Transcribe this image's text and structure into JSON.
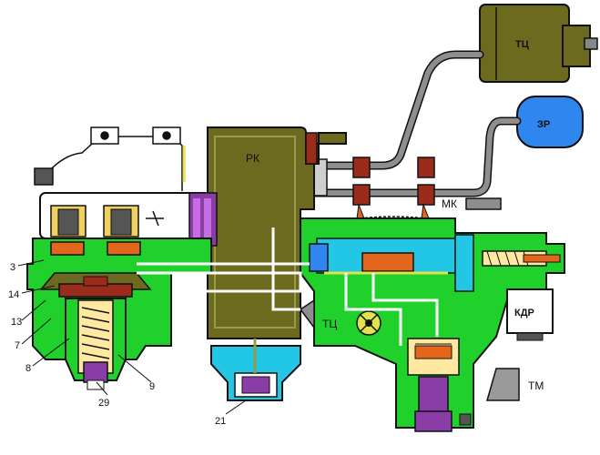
{
  "colors": {
    "olive": "#6b6a1e",
    "olive_dark": "#3d3d10",
    "green": "#1fd12a",
    "green_dark": "#0d7a12",
    "cyan": "#22c7e6",
    "blue": "#2f86ee",
    "orange": "#e4661a",
    "dark_red": "#9b2b1b",
    "purple": "#8a3da6",
    "violet": "#c66ce5",
    "yellow": "#e2e24a",
    "gray_pipe": "#8e8e8e",
    "black": "#111111"
  },
  "labels": {
    "tc_tank": "ТЦ",
    "zr_tank": "ЗР",
    "rk": "РК",
    "mk": "МК",
    "kdr": "КДР",
    "tc_port": "ТЦ",
    "tm": "ТМ"
  },
  "callouts": {
    "n3": "3",
    "n14": "14",
    "n13": "13",
    "n7": "7",
    "n8": "8",
    "n29": "29",
    "n9": "9",
    "n21": "21"
  }
}
